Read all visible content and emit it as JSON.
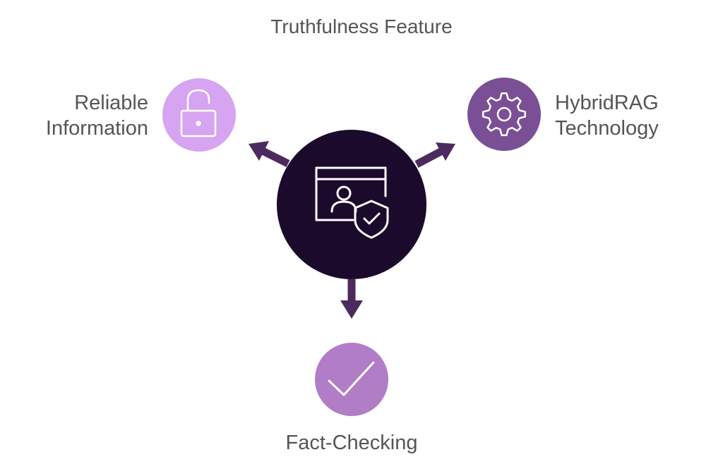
{
  "title": "Truthfulness Feature",
  "colors": {
    "center": "#1c0a2c",
    "arrow": "#4c2a5e",
    "left_node": "#d6a4f1",
    "right_node": "#7b4f96",
    "bottom_node": "#b07dc6",
    "text": "#555555"
  },
  "center": {
    "icon": "user-shield-browser-icon"
  },
  "nodes": {
    "left": {
      "icon": "unlock-icon",
      "lines": [
        "Reliable",
        "Information"
      ]
    },
    "right": {
      "icon": "gear-icon",
      "lines": [
        "HybridRAG",
        "Technology"
      ]
    },
    "bottom": {
      "icon": "checkmark-icon",
      "lines": [
        "Fact-Checking"
      ]
    }
  }
}
